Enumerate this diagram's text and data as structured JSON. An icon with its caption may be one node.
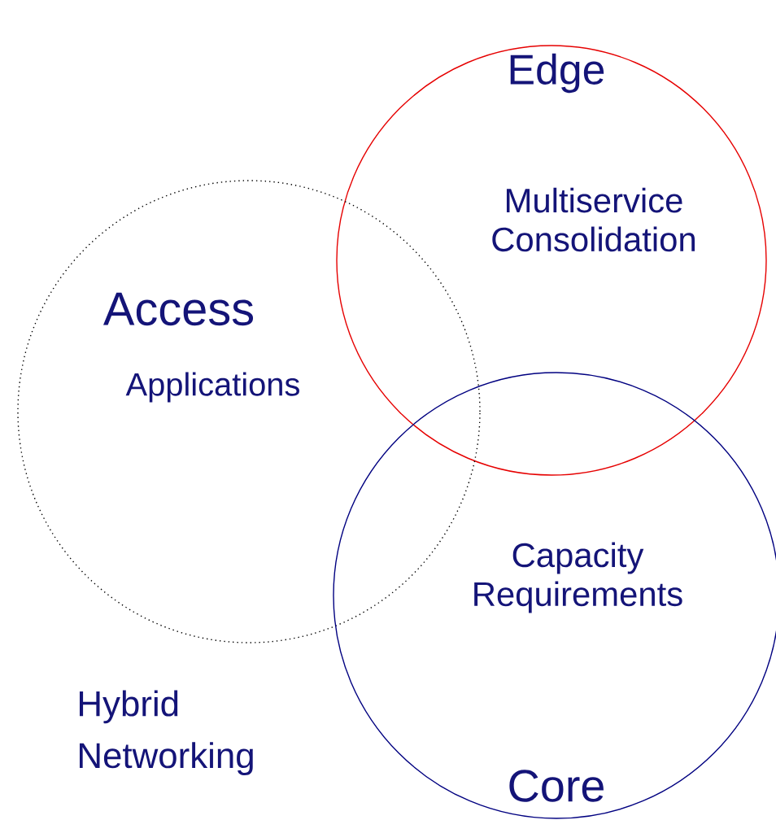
{
  "diagram": {
    "nodes": [
      {
        "text": [
          "Edge",
          "Multiservice Consolidation"
        ]
      },
      {
        "text": [
          "Access",
          "Applications"
        ]
      },
      {
        "text": [
          "Capacity Requirements",
          "Core"
        ]
      }
    ],
    "labels": [
      "Hybrid Networking"
    ]
  }
}
